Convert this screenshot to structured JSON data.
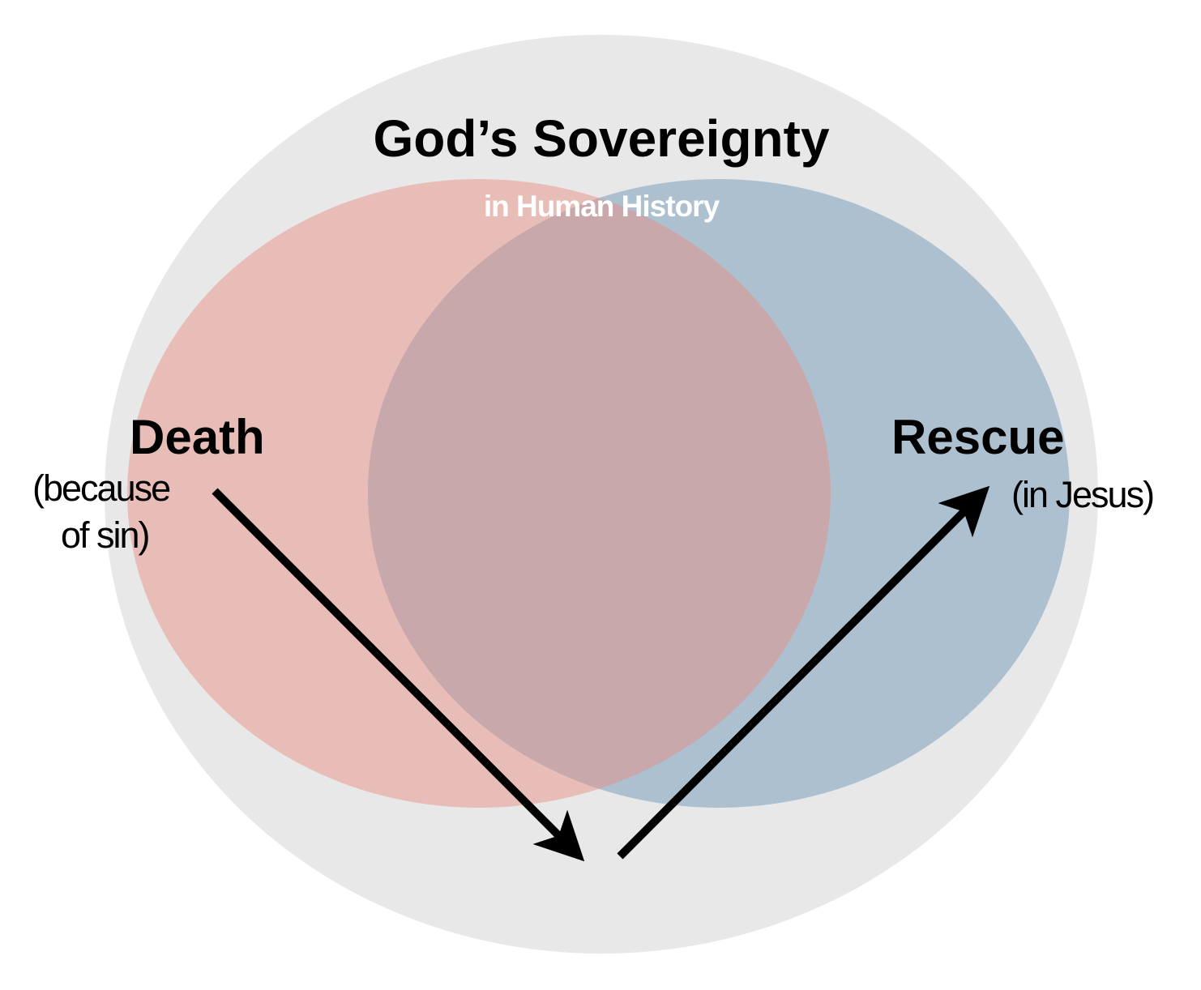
{
  "title": "God’s Sovereignty",
  "subtitle": "in Human History",
  "left": {
    "label": "Death",
    "note_line1": "(because",
    "note_line2": "of sin)"
  },
  "right": {
    "label": "Rescue",
    "note": "(in Jesus)"
  },
  "colors": {
    "outer": "#e8e8e8",
    "left": "#e9bdb7",
    "right": "#adc0d0",
    "overlap": "#c9a8ab",
    "arrow": "#000000"
  }
}
